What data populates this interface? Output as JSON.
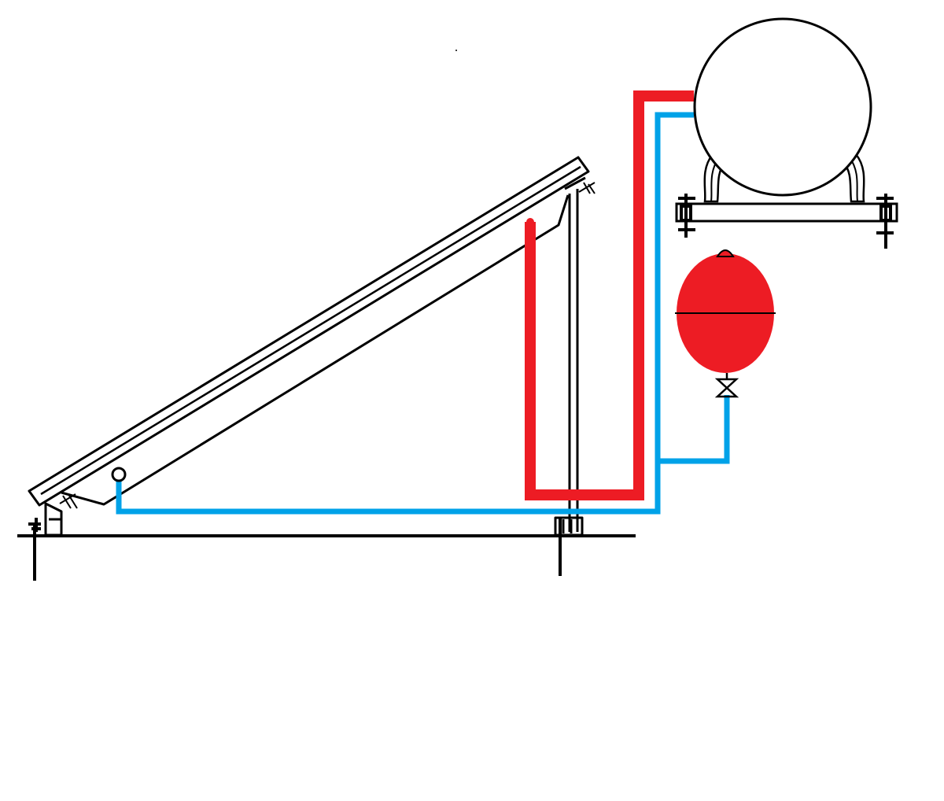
{
  "colors": {
    "background": "#ffffff",
    "line": "#000000",
    "hot": "#ed1c24",
    "cold": "#00a2e8"
  },
  "components": [
    {
      "name": "ground-line"
    },
    {
      "name": "solar-collector"
    },
    {
      "name": "storage-tank"
    },
    {
      "name": "expansion-vessel"
    },
    {
      "name": "hot-water-pipe"
    },
    {
      "name": "cold-water-pipe"
    },
    {
      "name": "shutoff-valve-icon"
    }
  ]
}
